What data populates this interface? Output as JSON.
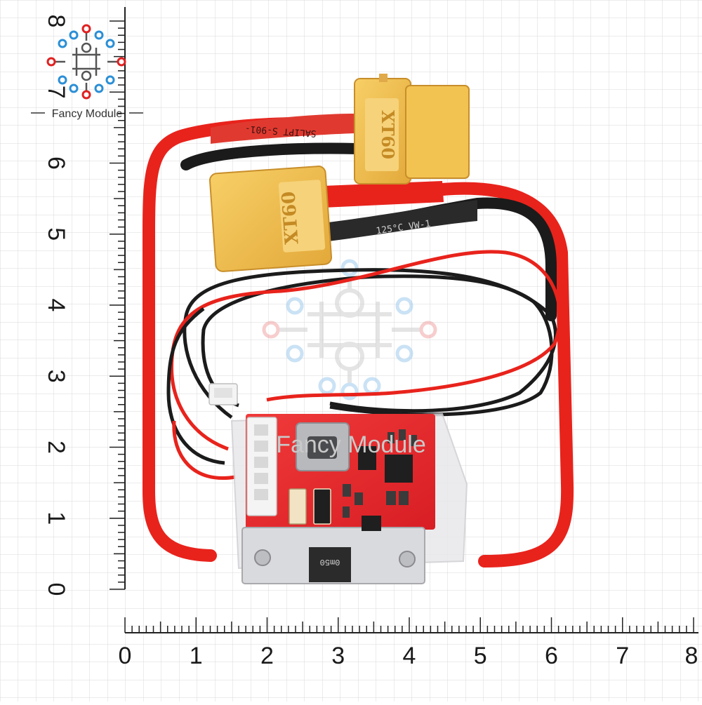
{
  "brand": {
    "name": "Fancy Module"
  },
  "watermark": {
    "text": "Fancy Module"
  },
  "ruler": {
    "vertical_labels": [
      "0",
      "1",
      "2",
      "3",
      "4",
      "5",
      "6",
      "7",
      "8"
    ],
    "horizontal_labels": [
      "0",
      "1",
      "2",
      "3",
      "4",
      "5",
      "6",
      "7",
      "8"
    ]
  },
  "product": {
    "connector_top_label": "XT60",
    "connector_left_label": "XT60",
    "sleeve_top_text": "SALIPT S-901-",
    "sleeve_right_text": "125°C VW-1",
    "shunt_marking": "0m50"
  },
  "colors": {
    "wire_red": "#e8231c",
    "wire_black": "#1b1b1b",
    "connector_yellow": "#f2c04e",
    "pcb_red": "#e8262c",
    "brand_red": "#e02020",
    "brand_blue": "#2b8fd6"
  }
}
